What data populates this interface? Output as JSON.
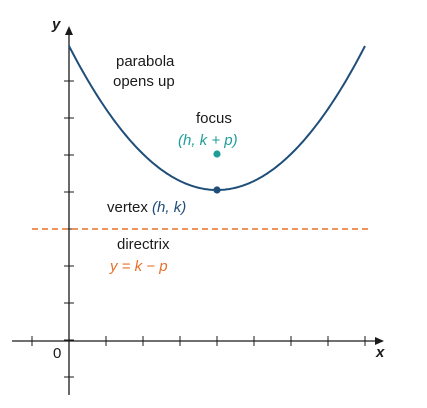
{
  "axes": {
    "x_label": "x",
    "y_label": "y",
    "origin_label": "0"
  },
  "labels": {
    "parabola_line1": "parabola",
    "parabola_line2": "opens up",
    "focus_title": "focus",
    "focus_coords": "(h, k + p)",
    "vertex_prefix": "vertex ",
    "vertex_coords": "(h, k)",
    "directrix_title": "directrix",
    "directrix_equation": "y = k − p"
  },
  "colors": {
    "curve": "#1f4e79",
    "focus": "#1f9e99",
    "vertex": "#1f4e79",
    "directrix": "#e8702a",
    "axis": "#1a1a1a",
    "text": "#1a1a1a"
  }
}
